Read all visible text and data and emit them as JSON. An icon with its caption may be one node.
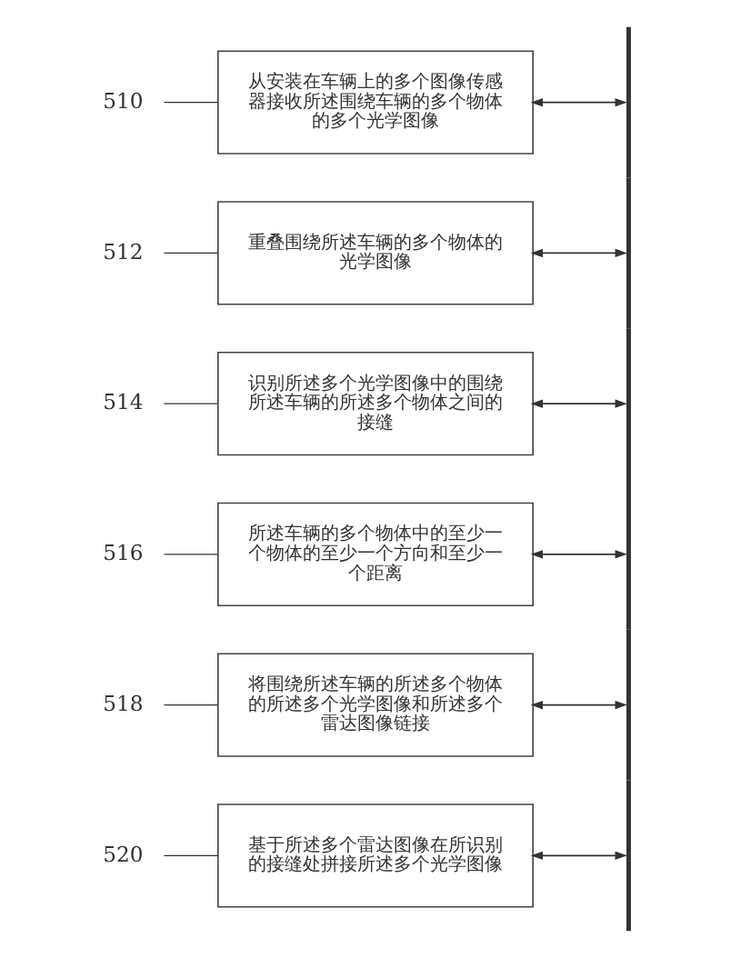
{
  "diagram": {
    "nodes": [
      {
        "text": [
          "510"
        ]
      },
      {
        "text": [
          "从安装在车辆上的多个图像传感器接收所述围绕车辆的多个物体的多个光学图像"
        ]
      },
      {
        "text": [
          "512"
        ]
      },
      {
        "text": [
          "重叠围绕所述车辆的多个物体的光学图像"
        ]
      },
      {
        "text": [
          "514"
        ]
      },
      {
        "text": [
          "识别所述多个光学图像中的围绕所述车辆的所述多个物体之间的接缝"
        ]
      },
      {
        "text": [
          "516"
        ]
      },
      {
        "text": [
          "所述车辆的多个物体中的至少一个物体的至少一个方向和至少一个距离"
        ]
      },
      {
        "text": [
          "518"
        ]
      },
      {
        "text": [
          "将围绕所述车辆的所述多个物体的所述多个光学图像和所述多个雷达图像链接"
        ]
      },
      {
        "text": [
          "520"
        ]
      },
      {
        "text": [
          "基于所述多个雷达图像在所识别的接缝处拼接所述多个光学图像"
        ]
      },
      {
        "text": [],
        "shape": "bar"
      }
    ],
    "edges": [
      {
        "from": 0,
        "to": 1,
        "arrow": "none"
      },
      {
        "from": 2,
        "to": 3,
        "arrow": "none"
      },
      {
        "from": 4,
        "to": 5,
        "arrow": "none"
      },
      {
        "from": 6,
        "to": 7,
        "arrow": "none"
      },
      {
        "from": 8,
        "to": 9,
        "arrow": "none"
      },
      {
        "from": 10,
        "to": 11,
        "arrow": "none"
      },
      {
        "from": 1,
        "to": 12,
        "arrow": "both"
      },
      {
        "from": 3,
        "to": 12,
        "arrow": "both"
      },
      {
        "from": 5,
        "to": 12,
        "arrow": "both"
      },
      {
        "from": 7,
        "to": 12,
        "arrow": "both"
      },
      {
        "from": 9,
        "to": 12,
        "arrow": "both"
      },
      {
        "from": 11,
        "to": 12,
        "arrow": "both"
      }
    ]
  }
}
